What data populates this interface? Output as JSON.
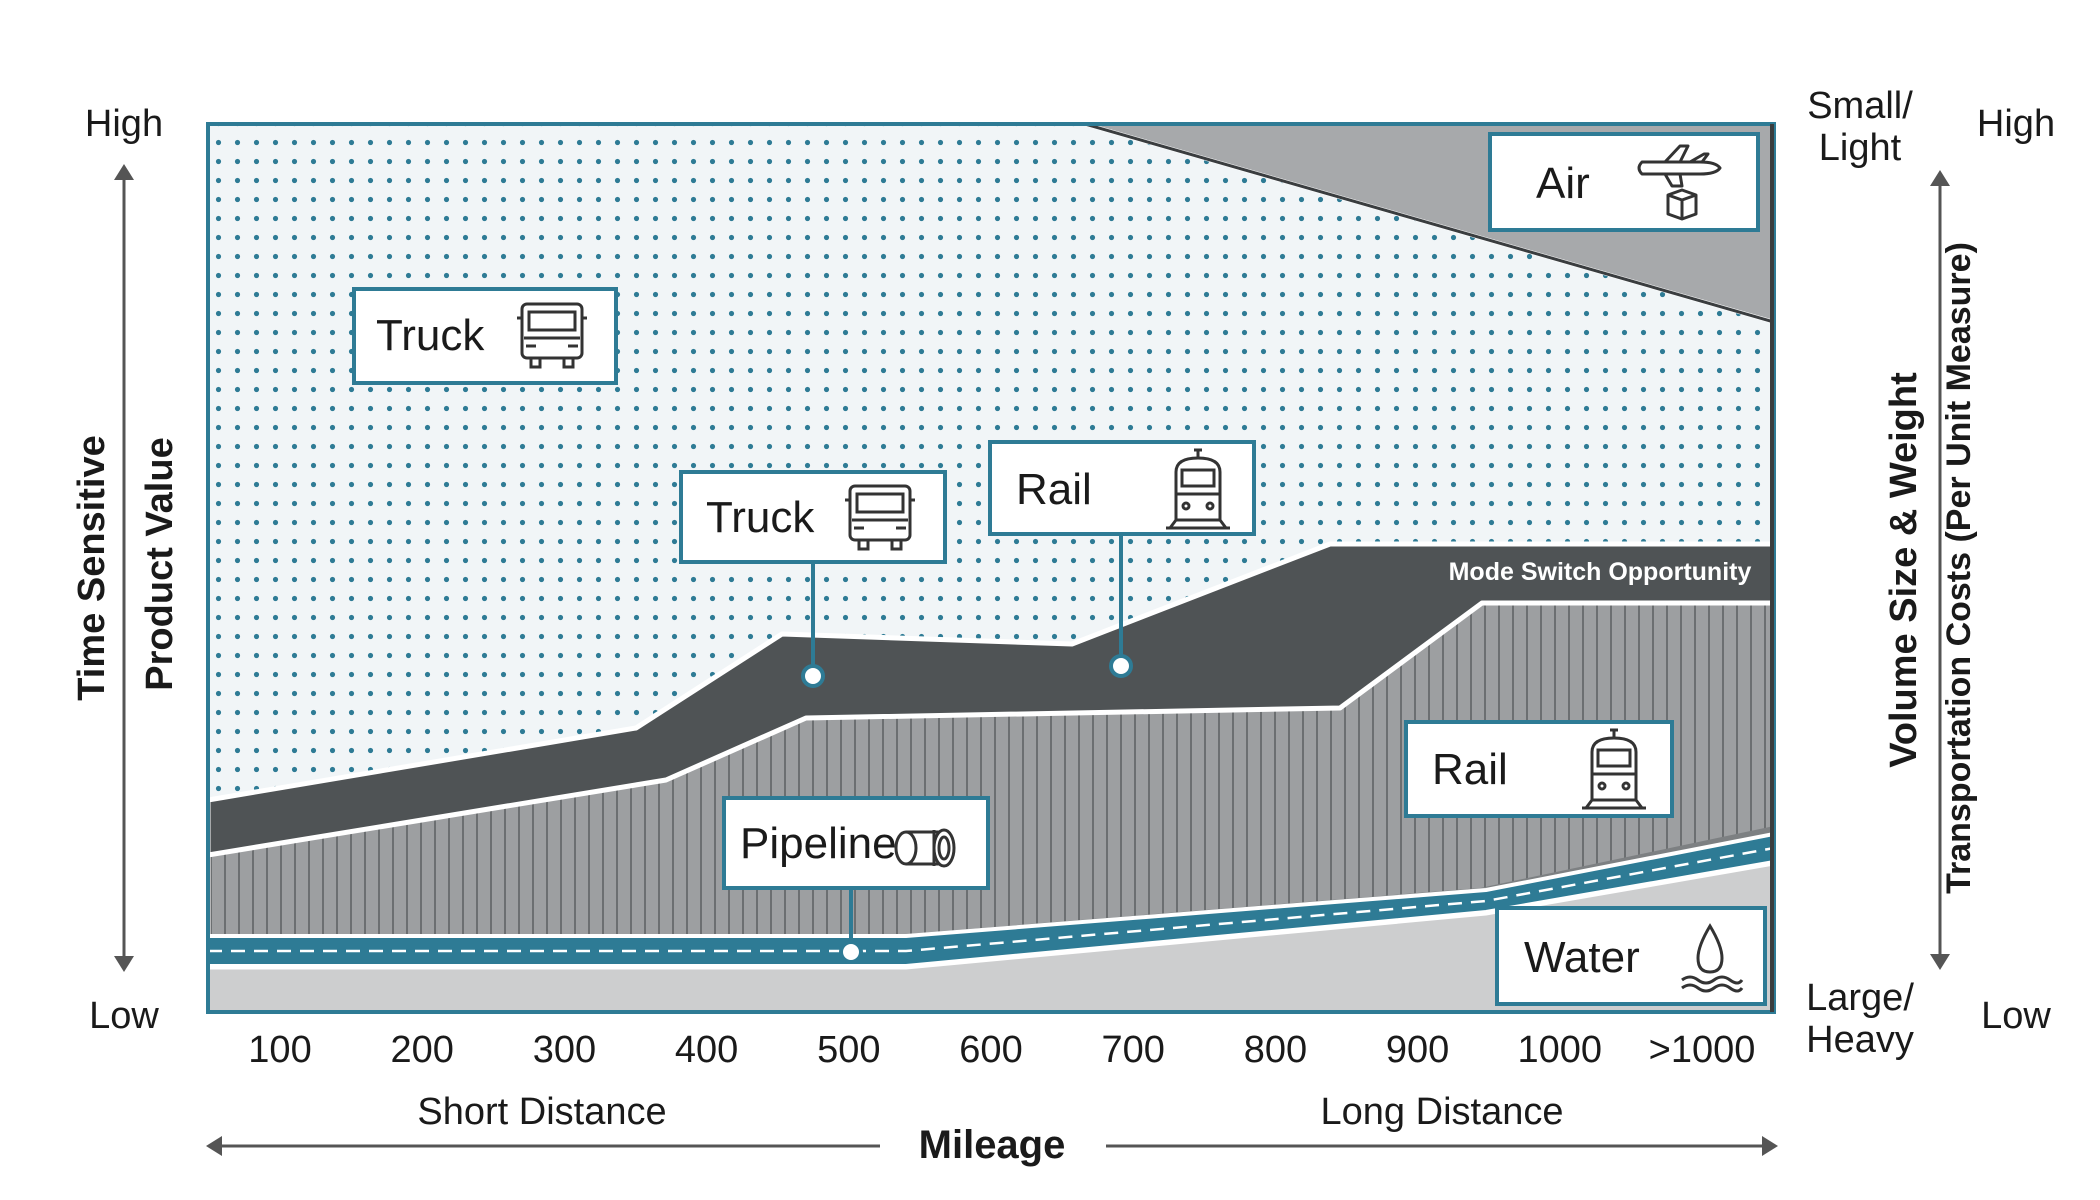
{
  "left_axis": {
    "high": "High",
    "low": "Low",
    "label_outer": "Time Sensitive",
    "label_inner": "Product Value"
  },
  "right_axis": {
    "top_small": "Small/",
    "top_light": "Light",
    "bottom_large": "Large/",
    "bottom_heavy": "Heavy",
    "high": "High",
    "low": "Low",
    "label_inner": "Volume Size & Weight",
    "label_outer": "Transportation Costs (Per Unit Measure)"
  },
  "x_axis": {
    "ticks": [
      "100",
      "200",
      "300",
      "400",
      "500",
      "600",
      "700",
      "800",
      "900",
      "1000",
      ">1000"
    ],
    "short": "Short Distance",
    "long": "Long Distance",
    "title": "Mileage"
  },
  "bands": {
    "mode_switch": "Mode Switch Opportunity"
  },
  "labels": {
    "air": "Air",
    "truck_top": "Truck",
    "truck_mid": "Truck",
    "rail_mid": "Rail",
    "rail_low": "Rail",
    "pipeline": "Pipeline",
    "water": "Water"
  },
  "icons": {
    "air": "airplane-box-icon",
    "truck": "truck-icon",
    "rail": "train-icon",
    "pipeline": "pipe-icon",
    "water": "water-drop-icon"
  },
  "colors": {
    "teal": "#2e7b95",
    "dark": "#4f5355",
    "mid_gray": "#9d9fa1",
    "air_gray": "#a7a9ab",
    "light_gray": "#cdcecf",
    "dot_bg": "#f1f5f7",
    "dot": "#2e7b95"
  }
}
